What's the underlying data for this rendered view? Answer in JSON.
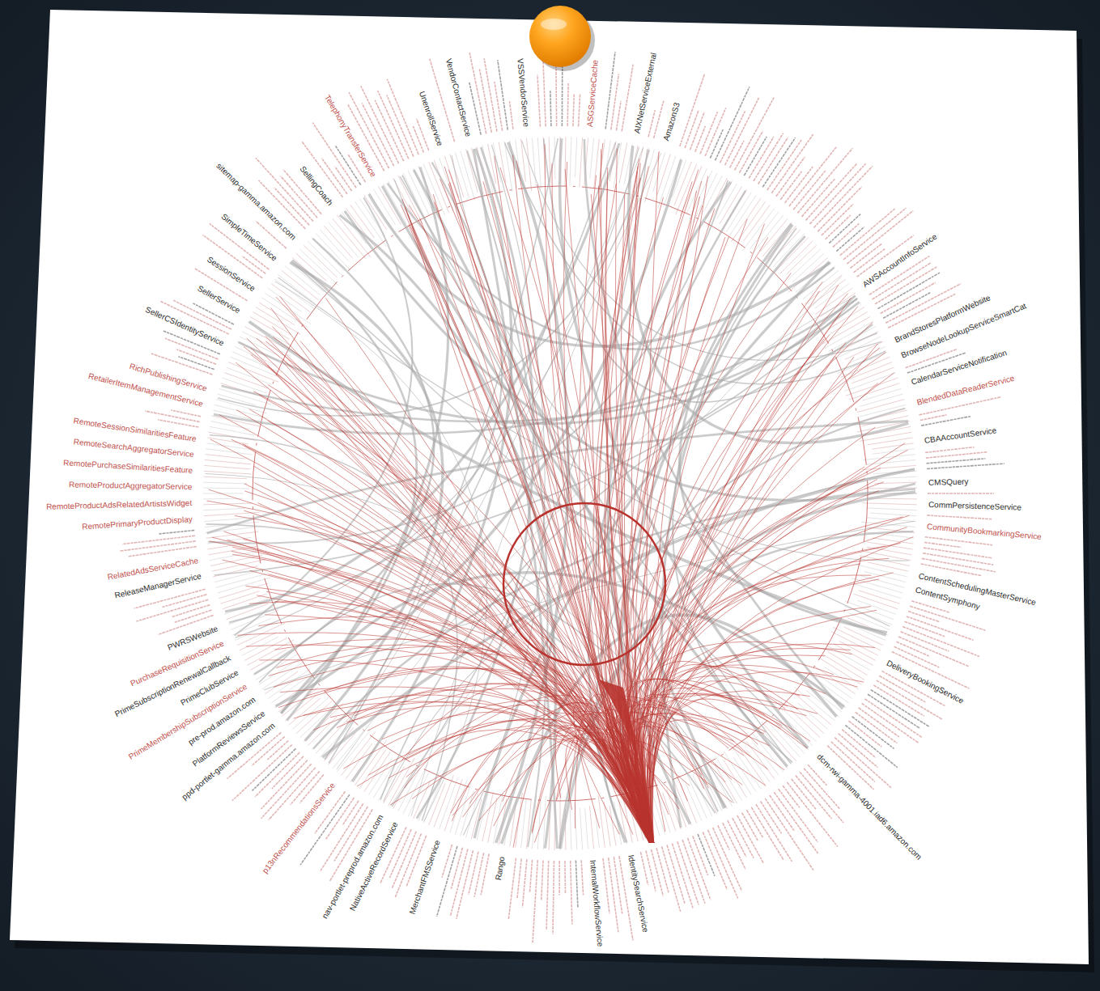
{
  "diagram": {
    "labels": [
      "AWSAccountInfoService",
      "BrandStoresPlatformWebsite",
      "BrowseNodeLookupServiceSmartCat",
      "CalendarServiceNotification",
      "BlendedDataReaderService",
      "CBAAccountService",
      "CMSQuery",
      "CommPersistenceService",
      "CommunityBookmarkingService",
      "ContentSchedulingMasterService",
      "ContentSymphony",
      "DeliveryBookingService",
      "dcm-rwi-gamma-4001.iad6.amazon.com",
      "IdentitySearchService",
      "InternalWorkflowService",
      "Rango",
      "MerchantFMSService",
      "NativeActiveRecordService",
      "nav-portlet-preprod.amazon.com",
      "p13nRecommendationsService",
      "ppd-portlet-gamma.amazon.com",
      "PlatformReviewsService",
      "pre-prod.amazon.com",
      "PrimeMembershipSubscriptionService",
      "PrimeClubService",
      "PrimeSubscriptionRenewalCallback",
      "PurchaseRequisitionService",
      "PWRSWebsite",
      "ReleaseManagerService",
      "RelatedAdsServiceCache",
      "RemotePrimaryProductDisplay",
      "RemoteProductAdsRelatedArtistsWidget",
      "RemoteProductAggregatorService",
      "RemotePurchaseSimilaritiesFeature",
      "RemoteSearchAggregatorService",
      "RemoteSessionSimilaritiesFeature",
      "RetailerItemManagementService",
      "RichPublishingService",
      "SellerCSIdentityService",
      "SellerService",
      "SessionService",
      "SimpleTimeService",
      "sitemap-gamma.amazon.com",
      "SellingCoach",
      "TelephonyTransferService",
      "UnenrollService",
      "VendorContactService",
      "VSSVendorService",
      "ASGServiceCache",
      "AIXNetServiceExternal",
      "AmazonS3"
    ]
  }
}
